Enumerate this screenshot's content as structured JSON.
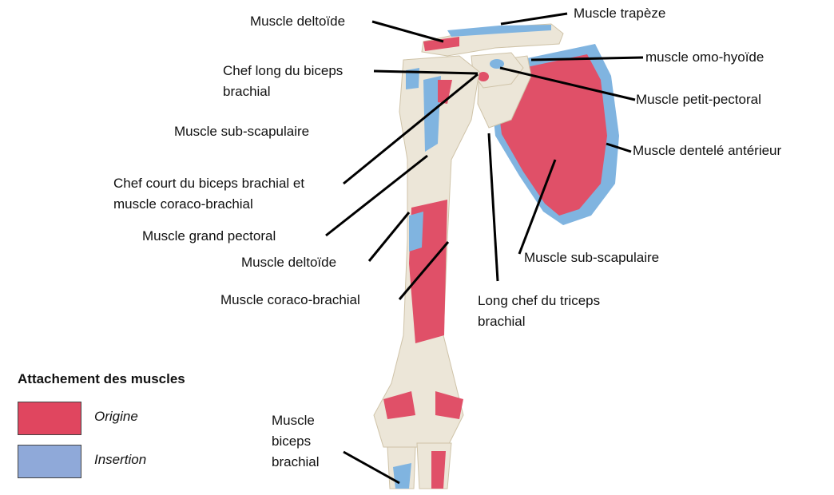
{
  "colors": {
    "origin": "#e0465f",
    "insertion": "#8fa9d9",
    "origin_tissue": "#e05068",
    "insertion_tissue": "#80b4e0",
    "bone": "#ece6d8",
    "bone_shadow": "#d8cdb6"
  },
  "labels": {
    "deltoide_top": "Muscle deltoïde",
    "trapeze": "Muscle trapèze",
    "omo_hyoide": "muscle omo-hyoïde",
    "chef_long_biceps_1": "Chef long du biceps",
    "chef_long_biceps_2": "brachial",
    "petit_pectoral": "Muscle petit-pectoral",
    "sub_scapulaire_left": "Muscle sub-scapulaire",
    "dentele": "Muscle dentelé antérieur",
    "chef_court_1": "Chef court du biceps brachial et",
    "chef_court_2": "muscle coraco-brachial",
    "grand_pectoral": "Muscle grand pectoral",
    "deltoide_mid": "Muscle deltoïde",
    "sub_scapulaire_right": "Muscle sub-scapulaire",
    "coraco_brachial": "Muscle coraco-brachial",
    "triceps_1": "Long chef du triceps",
    "triceps_2": "brachial",
    "biceps_1": "Muscle",
    "biceps_2": "biceps",
    "biceps_3": "brachial"
  },
  "legend": {
    "title": "Attachement des muscles",
    "items": [
      {
        "label": "Origine",
        "color": "#e0465f"
      },
      {
        "label": "Insertion",
        "color": "#8fa9d9"
      }
    ]
  }
}
